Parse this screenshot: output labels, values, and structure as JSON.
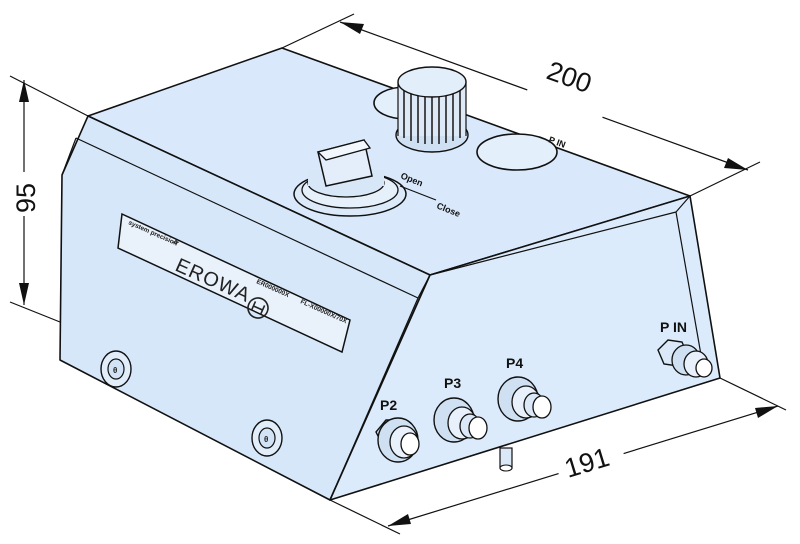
{
  "dimensions": {
    "width": "200",
    "height": "95",
    "depth": "191"
  },
  "ports": {
    "p2": "P2",
    "p3": "P3",
    "p4": "P4",
    "p_in": "P IN"
  },
  "top_labels": {
    "p_in": "P IN",
    "open": "Open",
    "close": "Close"
  },
  "label_plate": {
    "tagline": "system precision",
    "brand": "EROWA",
    "part_no": "ER000000X",
    "serial": "FL-X00000X/70X"
  },
  "colors": {
    "housing": "#d9e9fb",
    "outline": "#111111"
  }
}
